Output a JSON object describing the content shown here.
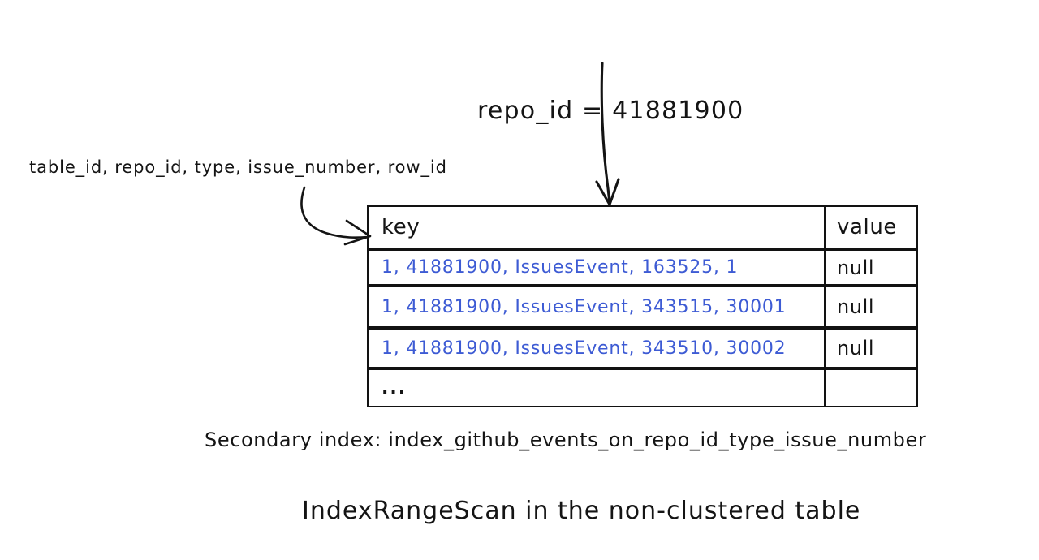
{
  "diagram": {
    "background_color": "#ffffff",
    "ink_color": "#141414",
    "key_text_color": "#3d5bd4",
    "title": "IndexRangeScan in the non-clustered table",
    "index_caption": "Secondary index: index_github_events_on_repo_id_type_issue_number",
    "columns_label": "table_id, repo_id, type, issue_number, row_id",
    "predicate_label": "repo_id = 41881900"
  },
  "table": {
    "headers": {
      "key": "key",
      "value": "value"
    },
    "rows": [
      {
        "key": "1, 41881900, IssuesEvent, 163525, 1",
        "value": "null"
      },
      {
        "key": "1, 41881900, IssuesEvent, 343515, 30001",
        "value": "null"
      },
      {
        "key": "1, 41881900, IssuesEvent, 343510, 30002",
        "value": "null"
      },
      {
        "key": "...",
        "value": ""
      }
    ]
  },
  "annotations": {
    "predicate_arrow": "arrow pointing down from repo_id predicate into table header",
    "columns_arrow": "curved arrow from column list to key header cell"
  }
}
